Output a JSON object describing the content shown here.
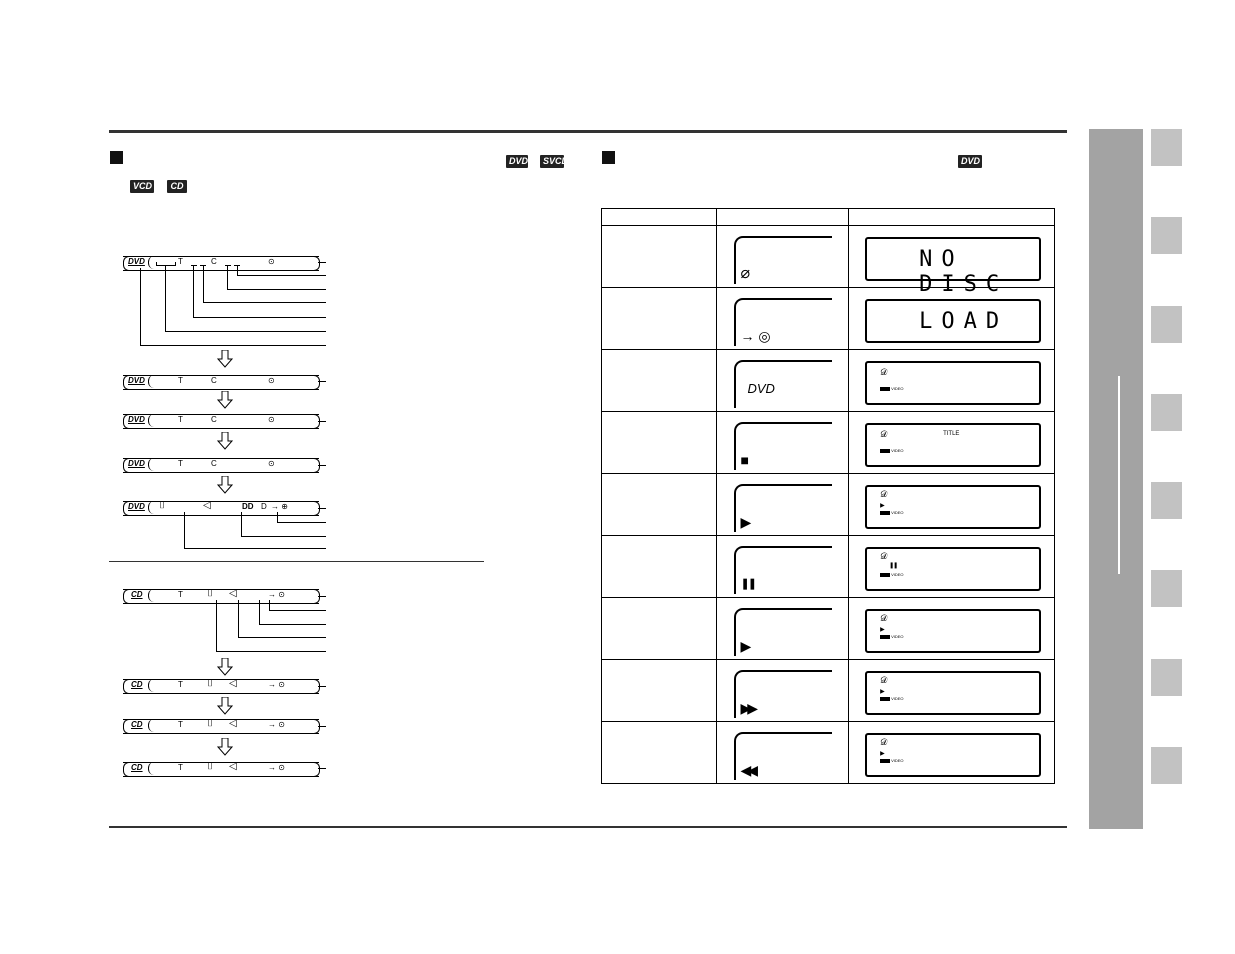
{
  "badges_left": [
    "DVD",
    "SVCD",
    "VCD",
    "CD"
  ],
  "badge_right": "DVD",
  "dvd_displays": [
    {
      "logo": "DVD",
      "t": "T",
      "c": "C",
      "clock": "⊙"
    },
    {
      "logo": "DVD",
      "t": "T",
      "c": "C",
      "clock": "⊙"
    },
    {
      "logo": "DVD",
      "t": "T",
      "c": "C",
      "clock": "⊙"
    },
    {
      "logo": "DVD",
      "t": "T",
      "c": "C",
      "clock": "⊙"
    },
    {
      "logo": "DVD",
      "sub": "⌷",
      "audio": "◁",
      "dolby": "DD",
      "dsub": "D",
      "angle": "→ ⊕"
    }
  ],
  "cd_displays": [
    {
      "logo": "CD",
      "t": "T",
      "sub": "⌷",
      "audio": "◁",
      "clock": "→ ⊙"
    },
    {
      "logo": "CD",
      "t": "T",
      "sub": "⌷",
      "audio": "◁",
      "clock": "→ ⊙"
    },
    {
      "logo": "CD",
      "t": "T",
      "sub": "⌷",
      "audio": "◁",
      "clock": "→ ⊙"
    },
    {
      "logo": "CD",
      "t": "T",
      "sub": "⌷",
      "audio": "◁",
      "clock": "→ ⊙"
    }
  ],
  "status_rows": [
    {
      "icon": "⌀",
      "lcd_big": "NO DISC",
      "lcd_small": "",
      "row_name": "no-disc"
    },
    {
      "icon": "→ ◎",
      "lcd_big": "LOAD",
      "lcd_small": "",
      "row_name": "load"
    },
    {
      "icon": "DVD",
      "lcd_big": "",
      "lcd_small": "",
      "row_name": "dvd"
    },
    {
      "icon": "■",
      "lcd_big": "",
      "lcd_small": "TITLE",
      "row_name": "stop"
    },
    {
      "icon": "▶",
      "lcd_big": "",
      "lcd_small": "▶",
      "row_name": "play"
    },
    {
      "icon": "❚❚",
      "lcd_big": "",
      "lcd_small": "❚❚",
      "row_name": "pause"
    },
    {
      "icon": "▶",
      "lcd_big": "",
      "lcd_small": "▶",
      "row_name": "play-2"
    },
    {
      "icon": "▶▶",
      "lcd_big": "",
      "lcd_small": "▶",
      "row_name": "fast-forward"
    },
    {
      "icon": "◀◀",
      "lcd_big": "",
      "lcd_small": "▶",
      "row_name": "fast-reverse"
    }
  ],
  "lcd_disc_mark": "𝒟",
  "lcd_video_label": "VIDEO",
  "colors": {
    "sidebar": "#a3a3a3",
    "tabs": "#c2c2c2",
    "rule": "#333333"
  }
}
